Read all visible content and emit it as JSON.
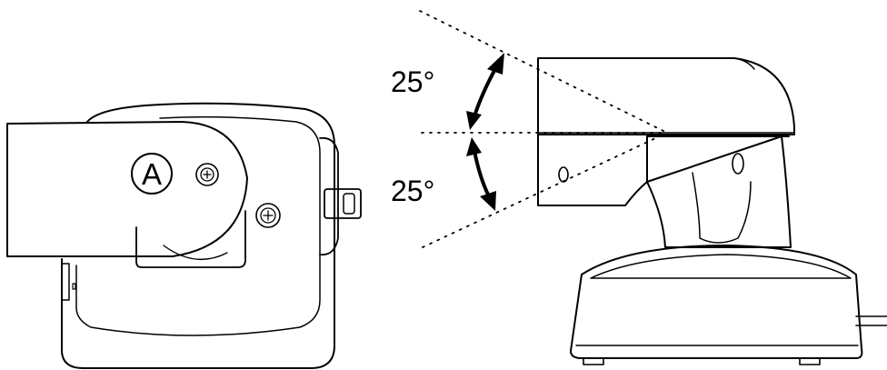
{
  "labels": {
    "callout_a": "A",
    "angle_upper": "25°",
    "angle_lower": "25°"
  },
  "colors": {
    "line": "#000000",
    "background": "#ffffff",
    "fill": "#ffffff"
  }
}
